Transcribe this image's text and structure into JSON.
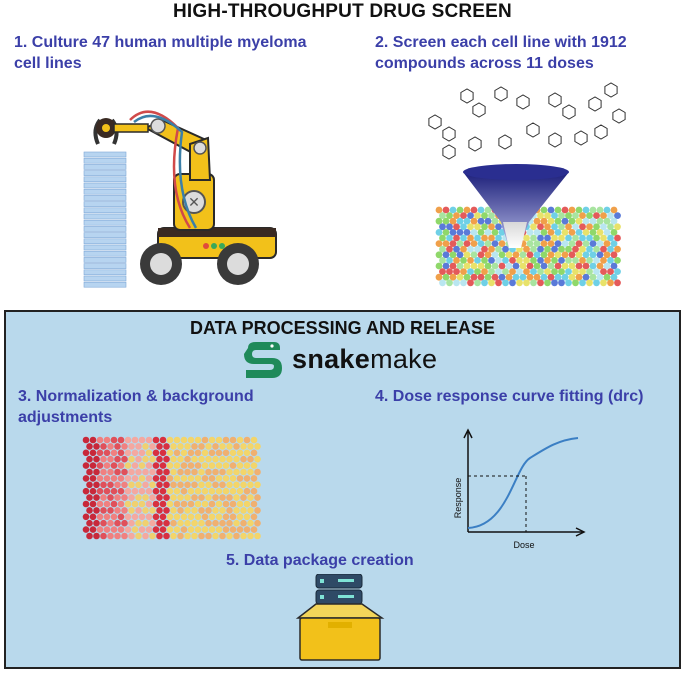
{
  "title": "HIGH-THROUGHPUT DRUG SCREEN",
  "steps": {
    "step1": {
      "line1": "1. Culture 47 human multiple myeloma",
      "line2": "cell lines"
    },
    "step2": {
      "line1": "2. Screen each cell line with 1912",
      "line2": "compounds  across 11 doses"
    },
    "step3": {
      "line1": "3. Normalization & background",
      "line2": "adjustments"
    },
    "step4": {
      "line1": "4. Dose response curve fitting (drc)"
    },
    "step5": {
      "line1": "5. Data package creation"
    }
  },
  "processing": {
    "title": "DATA PROCESSING AND RELEASE",
    "logo_bold": "snake",
    "logo_light": "make"
  },
  "curve_plot": {
    "ylabel": "Response",
    "xlabel": "Dose"
  },
  "icons": [
    "robot-arm-icon",
    "cell-plates-icon",
    "chemical-structures-icon",
    "funnel-icon",
    "heatmap-icon",
    "snakemake-logo-icon",
    "dose-response-chart-icon",
    "server-box-icon"
  ],
  "colors": {
    "step_text": "#3b3fa8",
    "panel": "#b9d9ec",
    "robot_yellow": "#f2c11a",
    "curve": "#3b7fc4"
  }
}
